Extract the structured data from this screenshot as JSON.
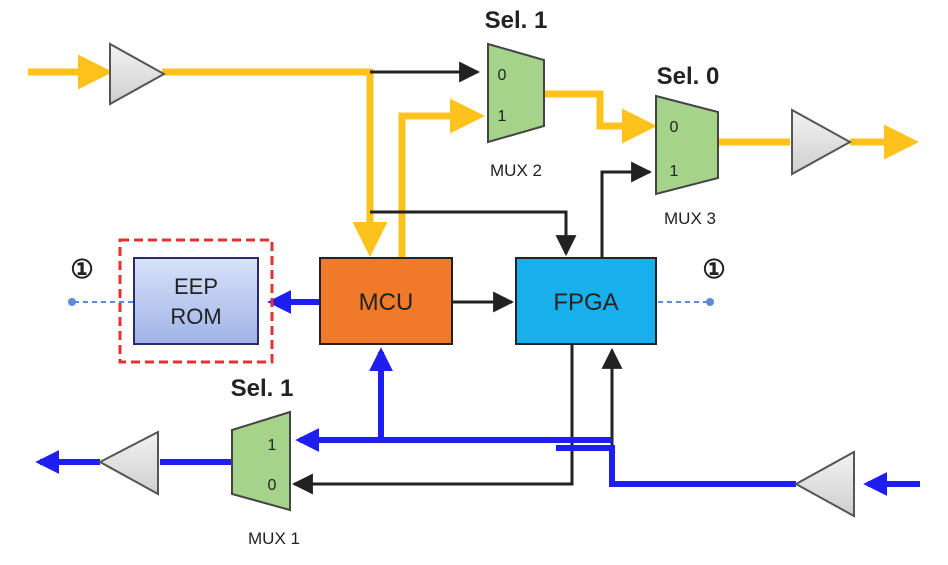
{
  "colors": {
    "signal_yellow": "#FDC31C",
    "signal_blue": "#1E1EF0",
    "signal_black": "#222222",
    "mux_fill": "#A6D38A",
    "mcu_fill": "#F07A2A",
    "fpga_fill": "#18B0EC",
    "eeprom_fill": "#B7C8F0",
    "buffer_fill": "#DCDCDC",
    "highlight_border": "#E53030",
    "port_marker": "#5B8BD8"
  },
  "blocks": {
    "mcu": {
      "label": "MCU"
    },
    "fpga": {
      "label": "FPGA"
    },
    "eeprom": {
      "label_line1": "EEP",
      "label_line2": "ROM"
    }
  },
  "muxes": {
    "mux1": {
      "name": "MUX 1",
      "select_label": "Sel. 1",
      "input_top": "1",
      "input_bottom": "0"
    },
    "mux2": {
      "name": "MUX 2",
      "select_label": "Sel. 1",
      "input_top": "0",
      "input_bottom": "1"
    },
    "mux3": {
      "name": "MUX 3",
      "select_label": "Sel. 0",
      "input_top": "0",
      "input_bottom": "1"
    }
  },
  "ports": {
    "left_marker": "①",
    "right_marker": "①"
  }
}
